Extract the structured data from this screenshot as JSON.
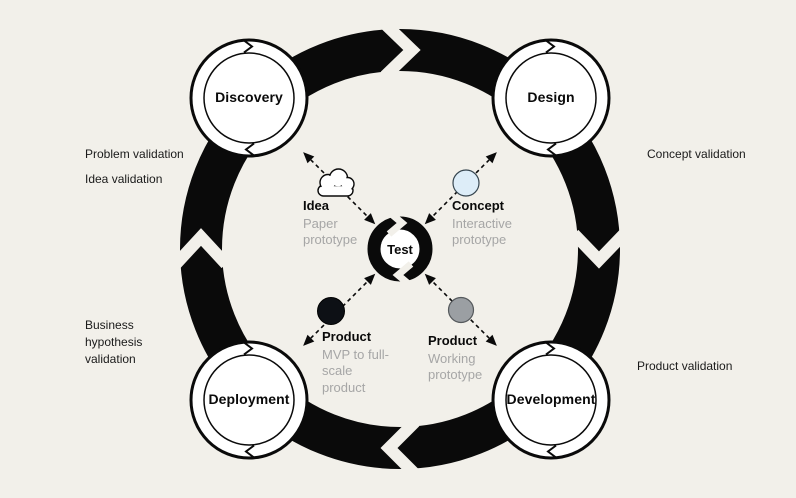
{
  "diagram": {
    "center": {
      "label": "Test"
    },
    "nodes": {
      "discovery": {
        "label": "Discovery"
      },
      "design": {
        "label": "Design"
      },
      "development": {
        "label": "Development"
      },
      "deployment": {
        "label": "Deployment"
      }
    },
    "quadrants": {
      "idea": {
        "label": "Idea",
        "description": "Paper prototype",
        "icon": "cloud-icon"
      },
      "concept": {
        "label": "Concept",
        "description": "Interactive prototype",
        "icon": "concept-dot-icon"
      },
      "product_mvp": {
        "label": "Product",
        "description": "MVP to full-scale product",
        "icon": "mvp-dot-icon"
      },
      "product_working": {
        "label": "Product",
        "description": "Working prototype",
        "icon": "working-dot-icon"
      }
    },
    "validations": {
      "problem": "Problem validation",
      "idea": "Idea validation",
      "concept": "Concept validation",
      "business": "Business hypothesis validation",
      "product": "Product validation"
    },
    "colors": {
      "background": "#f2f0ea",
      "ring": "#0a0a0a",
      "node_fill": "#ffffff",
      "concept_icon": "#ddedf8",
      "product_mvp_icon": "#0d1015",
      "product_working_icon": "#9b9fa3",
      "muted_text": "#a6a6a6"
    }
  }
}
